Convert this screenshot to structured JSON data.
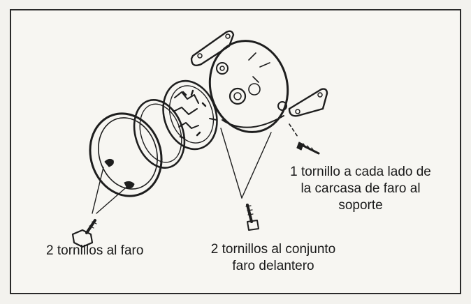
{
  "labels": {
    "side_screw": {
      "lines": [
        "1 tornillo a cada lado de",
        "la carcasa de faro al",
        "soporte"
      ]
    },
    "headlamp_screws": {
      "lines": [
        "2 tornillos al faro"
      ]
    },
    "assembly_screws": {
      "lines": [
        "2 tornillos al conjunto",
        "faro delantero"
      ]
    }
  }
}
